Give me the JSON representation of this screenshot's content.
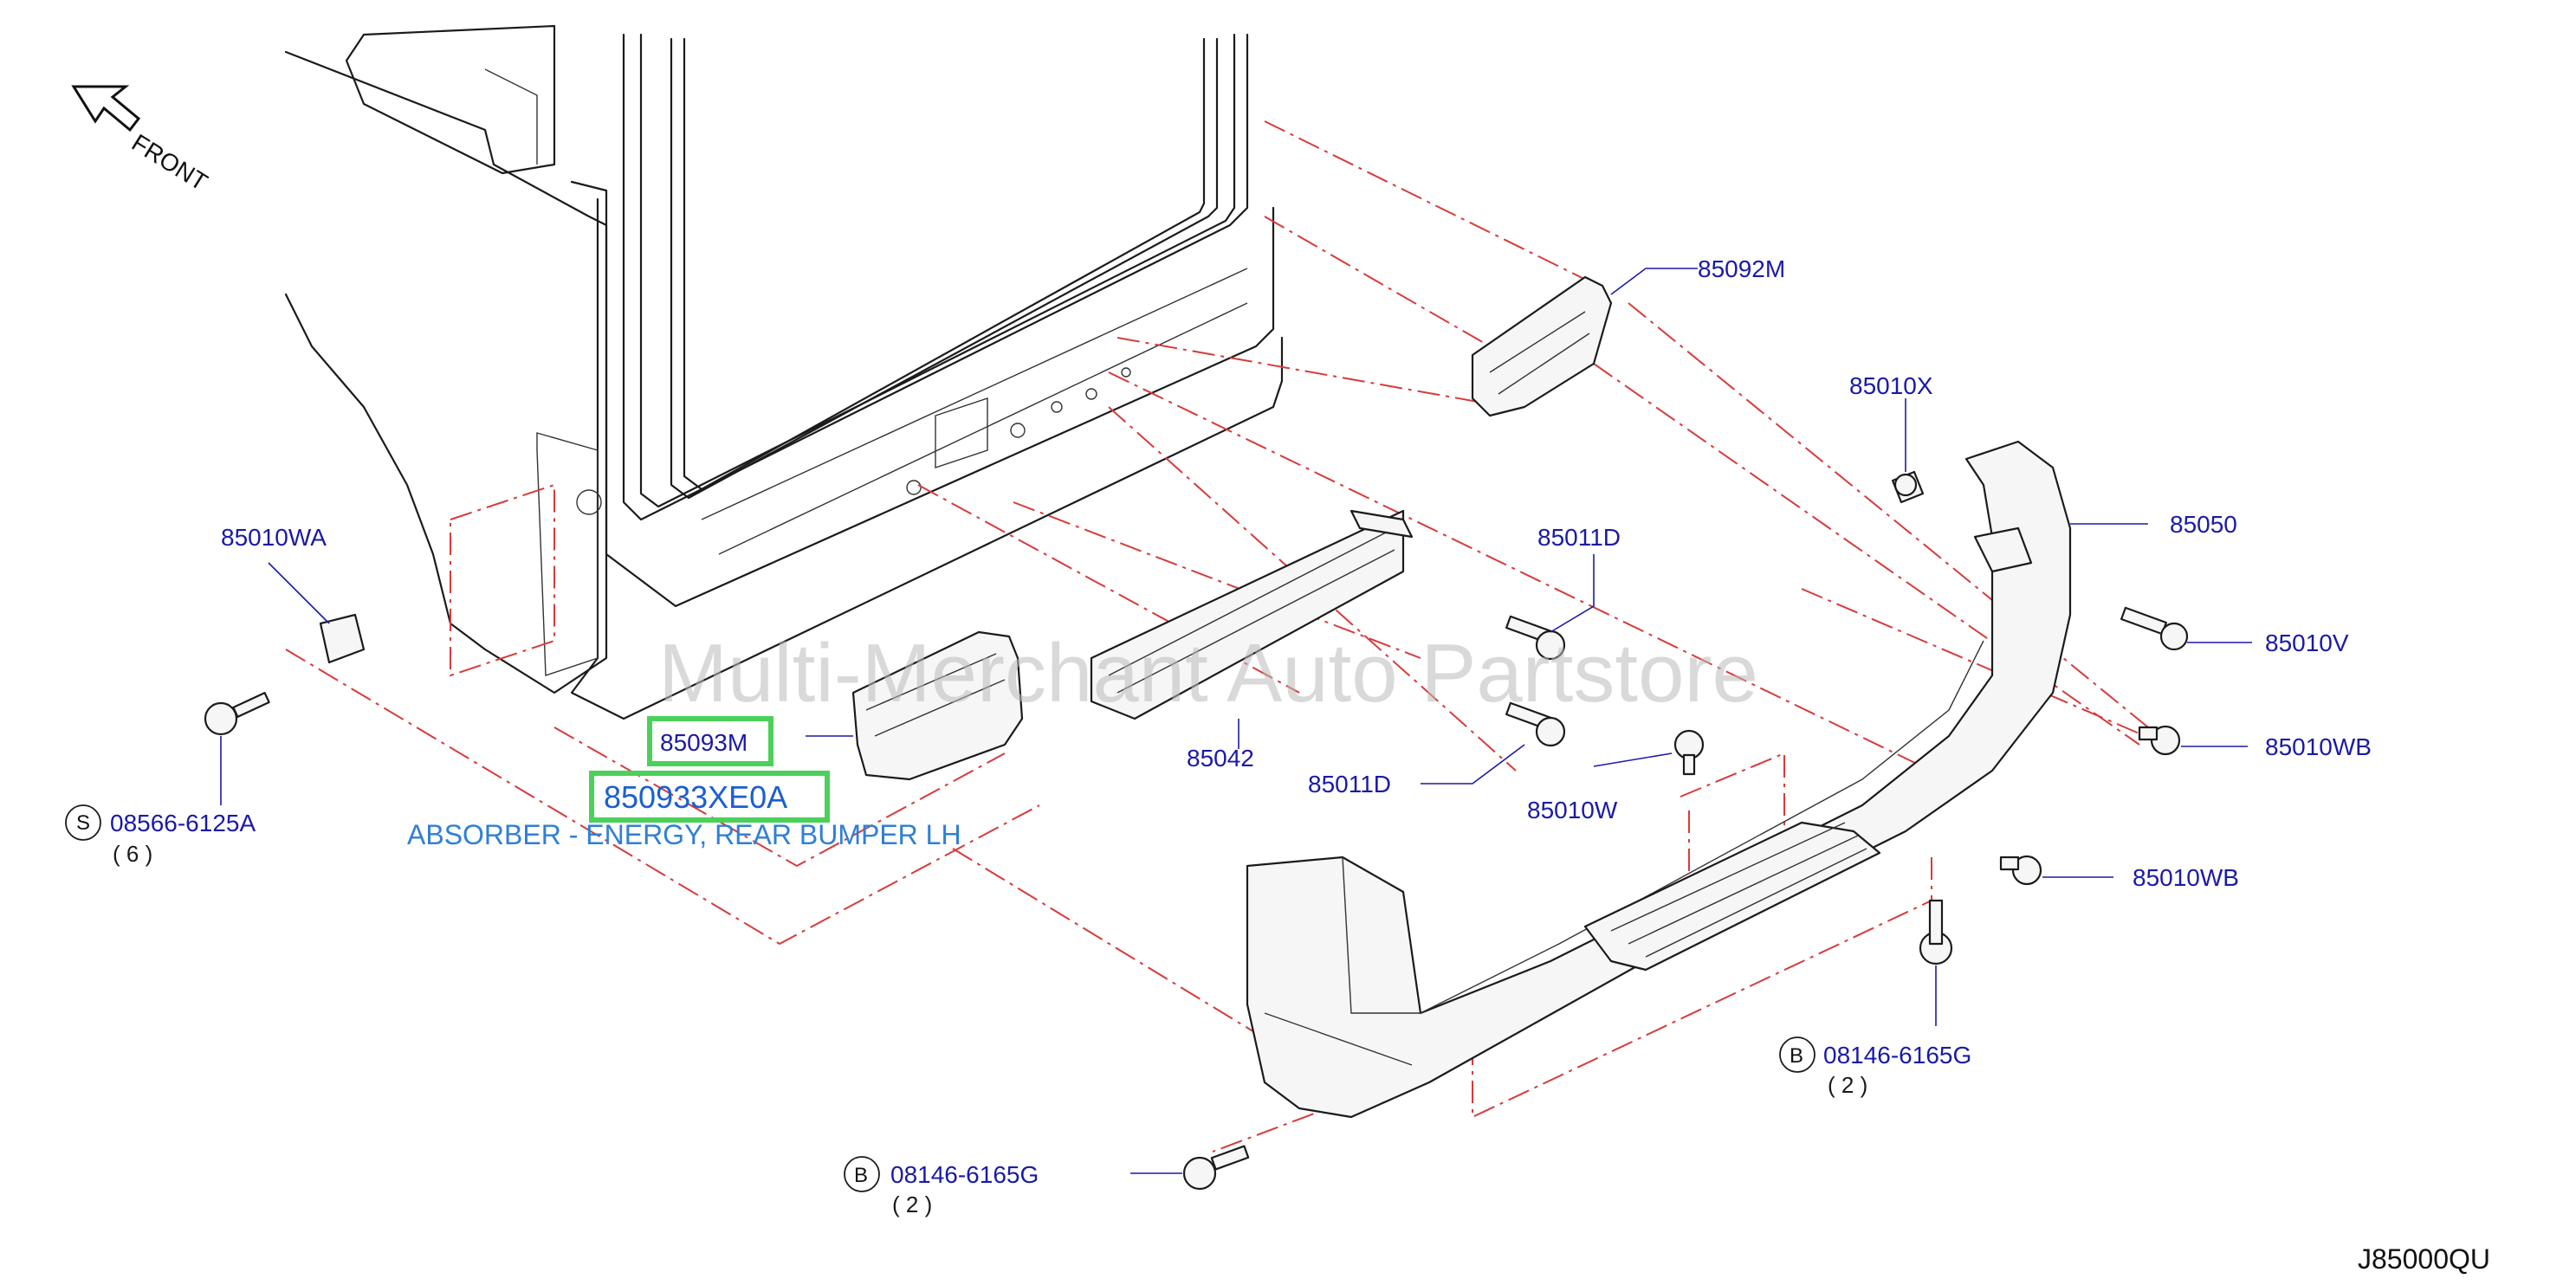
{
  "front_label": "FRONT",
  "watermark": "Multi-Merchant Auto Partstore",
  "diagram_id": "J85000QU",
  "highlight": {
    "part_number_short": "85093M",
    "part_number_full": "850933XE0A",
    "description": "ABSORBER - ENERGY, REAR BUMPER LH"
  },
  "callouts": {
    "c85092M": "85092M",
    "c85010X": "85010X",
    "c85050": "85050",
    "c85011D_top": "85011D",
    "c85011D_bottom": "85011D",
    "c85010WA": "85010WA",
    "c85010V": "85010V",
    "c85010WB_1": "85010WB",
    "c85010WB_2": "85010WB",
    "c85042": "85042",
    "c85010W": "85010W"
  },
  "fasteners": [
    {
      "symbol": "S",
      "part": "08566-6125A",
      "qty": "( 6 )"
    },
    {
      "symbol": "B",
      "part": "08146-6165G",
      "qty": "( 2 )"
    },
    {
      "symbol": "B",
      "part": "08146-6165G",
      "qty": "( 2 )"
    }
  ]
}
